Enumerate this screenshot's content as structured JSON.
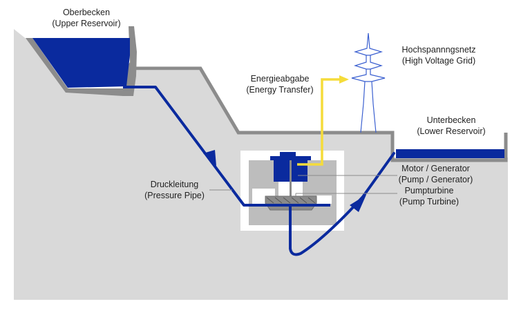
{
  "title": "Pumped-storage hydroelectric power plant",
  "colors": {
    "ground": "#d9d9d9",
    "outline": "#8c8c8c",
    "water": "#0a2a9e",
    "energy": "#f5dc3a",
    "tower": "#3a5fd0",
    "powerhouse_frame": "#ffffff",
    "powerhouse_inner": "#bdbdbd",
    "turbine": "#8a8a8a"
  },
  "labels": {
    "upper_reservoir": {
      "de": "Oberbecken",
      "en": "(Upper Reservoir)"
    },
    "high_voltage_grid": {
      "de": "Hochspannngsnetz",
      "en": "(High Voltage Grid)"
    },
    "energy_transfer": {
      "de": "Energieabgabe",
      "en": "(Energy Transfer)"
    },
    "lower_reservoir": {
      "de": "Unterbecken",
      "en": "(Lower Reservoir)"
    },
    "motor_generator": {
      "de": "Motor / Generator",
      "en": "(Pump / Generator)"
    },
    "pump_turbine": {
      "de": "Pumpturbine",
      "en": "(Pump Turbine)"
    },
    "pressure_pipe": {
      "de": "Druckleitung",
      "en": "(Pressure Pipe)"
    }
  }
}
